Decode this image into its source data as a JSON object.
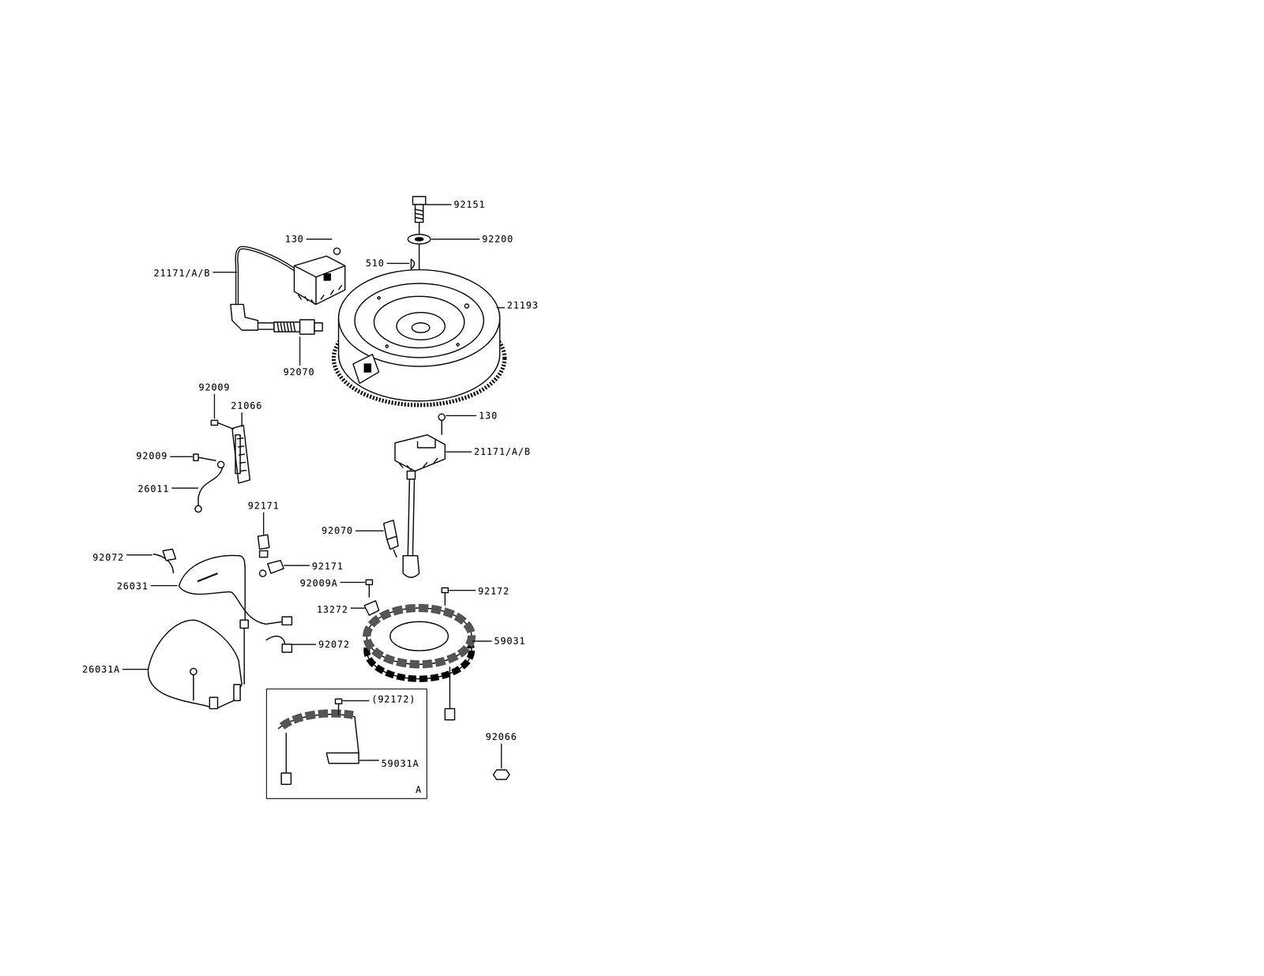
{
  "diagram": {
    "nodes": [
      {
        "text": [
          "A"
        ]
      }
    ],
    "labels": [
      "92151",
      "92200",
      "130",
      "510",
      "21171/A/B",
      "21193",
      "92070",
      "92009",
      "21066",
      "130",
      "92009",
      "21171/A/B",
      "26011",
      "92171",
      "92070",
      "92072",
      "92171",
      "26031",
      "92009A",
      "92172",
      "13272",
      "59031",
      "92072",
      "26031A",
      "(92172)",
      "59031A",
      "92066"
    ]
  }
}
